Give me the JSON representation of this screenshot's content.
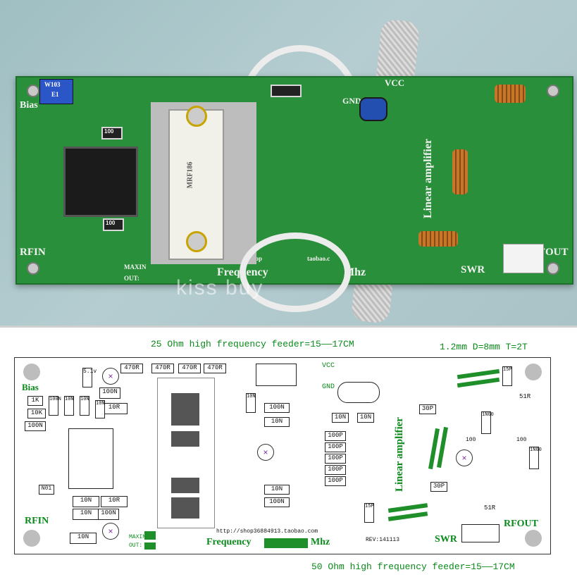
{
  "photo": {
    "board_labels": {
      "bias": "Bias",
      "rfin": "RFIN",
      "rfout": "RFOUT",
      "swr": "SWR",
      "vcc": "VCC",
      "gnd": "GND",
      "linear": "Linear amplifier",
      "maxin": "MAXIN",
      "out": "OUT:",
      "freq": "Frequency",
      "trimmer": "W103",
      "trimmer2": "E1",
      "r100": "100",
      "r100b": "100",
      "transistor": "MRF186",
      "url": "http://shop",
      "taobao": "taobao.c",
      "mhz": "Mhz"
    },
    "watermark": "kiss  buy"
  },
  "diagram": {
    "top_note": "25 Ohm high frequency feeder=15——17CM",
    "coil_note": "1.2mm   D=8mm    T=2T",
    "bottom_note": "50 Ohm high frequency feeder=15——17CM",
    "labels": {
      "bias": "Bias",
      "rfin": "RFIN",
      "rfout": "RFOUT",
      "swr": "SWR",
      "vcc": "VCC",
      "gnd": "GND",
      "linear": "Linear amplifier",
      "maxin": "MAXIN:",
      "out": "OUT:",
      "frequency": "Frequency",
      "mhz": "Mhz",
      "url": "http://shop36884913.taobao.com",
      "rev": "REV:141113"
    },
    "parts": {
      "r470_1": "470R",
      "r470_2": "470R",
      "r470_3": "470R",
      "r470_4": "470R",
      "c51v": "5.1v",
      "c100n_a": "100N",
      "r10r_a": "10R",
      "r1k": "1K",
      "c100n_b": "100N",
      "c10n_a": "10N",
      "c10n_b": "10N",
      "r10k": "10K",
      "c100n_c": "100N",
      "c10n_c": "10N",
      "c100n_d": "100N",
      "n01": "N01",
      "c10n_d": "10N",
      "c10n_e": "10N",
      "r10r_b": "10R",
      "c100n_e": "100N",
      "c10n_f": "10N",
      "c10n_g": "10N",
      "c100n_f": "100N",
      "c10n_h": "10N",
      "c10n_i": "10N",
      "c100n_g": "100N",
      "c10n_j": "10N",
      "c10n_k": "10N",
      "c100p_a": "100P",
      "c100p_b": "100P",
      "c100p_c": "100P",
      "c100p_d": "100P",
      "c100p_e": "100P",
      "c15p_a": "15P",
      "c15p_b": "15P",
      "c30p_a": "30P",
      "c30p_b": "30P",
      "r51r_a": "51R",
      "r51r_b": "51R",
      "d1n60_a": "1N60",
      "d1n60_b": "1N60",
      "r100_a": "100",
      "r100_b": "100"
    }
  }
}
